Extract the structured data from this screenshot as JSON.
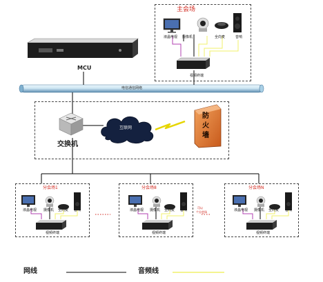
{
  "colors": {
    "network_line": "#000000",
    "audio_line": "#f1f06a",
    "video_line": "#b03fb0",
    "backbone_light": "#cfe7f4",
    "backbone_dark": "#5c8db0",
    "firewall": "#e07a2d",
    "label_red": "#d0261c"
  },
  "mcu": {
    "label": "MCU",
    "icon": "rack-server-icon"
  },
  "backbone": {
    "label": "电信通信网络",
    "icon": "network-pipe-icon"
  },
  "main_venue": {
    "title": "主会场",
    "devices": [
      {
        "label": "液晶电视",
        "icon": "lcd-tv-icon"
      },
      {
        "label": "摄像机",
        "icon": "ptz-camera-icon"
      },
      {
        "label": "全向麦",
        "icon": "omni-microphone-icon"
      },
      {
        "label": "音响",
        "icon": "speaker-icon"
      }
    ],
    "terminal": "视频终端"
  },
  "core": {
    "switch_label": "交换机",
    "cloud_label": "互联网",
    "firewall_label": "防火墙",
    "firewall_chars": [
      "防",
      "火",
      "墙"
    ]
  },
  "branches": [
    {
      "title": "分会场1",
      "devices": [
        {
          "label": "液晶电视",
          "icon": "lcd-tv-icon"
        },
        {
          "label": "摄像机",
          "icon": "ptz-camera-icon"
        },
        {
          "label": "全向麦",
          "icon": "omni-microphone-icon"
        },
        {
          "label": "音响",
          "icon": "speaker-icon"
        }
      ],
      "terminal": "视频终端"
    },
    {
      "title": "分会场8",
      "devices": [
        {
          "label": "液晶电视",
          "icon": "lcd-tv-icon"
        },
        {
          "label": "摄像机",
          "icon": "ptz-camera-icon"
        },
        {
          "label": "全向麦",
          "icon": "omni-microphone-icon"
        },
        {
          "label": "音响",
          "icon": "speaker-icon"
        }
      ],
      "terminal": "视频终端",
      "side_note": [
        "可以",
        "个分会场"
      ]
    },
    {
      "title": "分会场N",
      "devices": [
        {
          "label": "液晶电视",
          "icon": "lcd-tv-icon"
        },
        {
          "label": "摄像机",
          "icon": "ptz-camera-icon"
        },
        {
          "label": "全向麦",
          "icon": "omni-microphone-icon"
        },
        {
          "label": "音响",
          "icon": "speaker-icon"
        }
      ],
      "terminal": "视频终端"
    }
  ],
  "legend": {
    "network_label": "网线",
    "audio_label": "音频线"
  }
}
